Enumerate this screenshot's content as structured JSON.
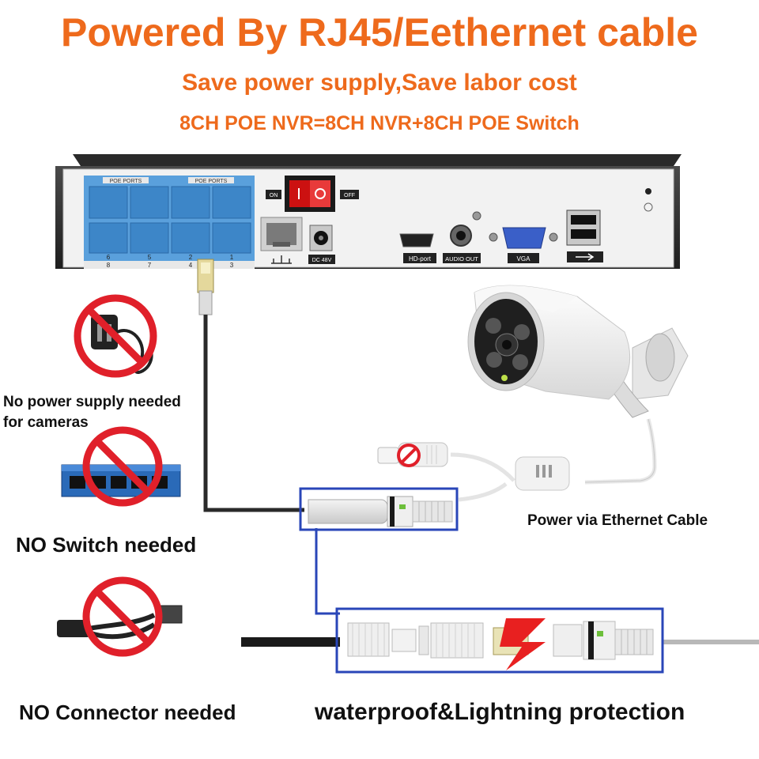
{
  "header": {
    "title": "Powered By RJ45/Eethernet cable",
    "subtitle": "Save power supply,Save labor cost",
    "subtitle2": "8CH POE NVR=8CH NVR+8CH POE Switch"
  },
  "nvr": {
    "poe_ports_label_left": "POE PORTS",
    "poe_ports_label_right": "POE PORTS",
    "port_numbers_top": [
      "6",
      "5",
      "2",
      "1"
    ],
    "port_numbers_bottom": [
      "8",
      "7",
      "4",
      "3"
    ],
    "on_label": "ON",
    "off_label": "OFF",
    "dc_label": "DC 48V",
    "hdmi_label": "HD-port",
    "audio_label": "AUDIO OUT",
    "vga_label": "VGA"
  },
  "left_items": {
    "no_power_line1": "No power supply needed",
    "no_power_line2": "for cameras",
    "no_switch": "NO Switch needed",
    "no_connector": "NO Connector needed"
  },
  "right_items": {
    "power_via": "Power via Ethernet Cable",
    "waterproof": "waterproof&Lightning protection"
  },
  "colors": {
    "accent": "#ee6a1c",
    "highlight_box": "#2946b8",
    "poe_blue": "#5aa0dc",
    "prohibit_red": "#e0202a"
  }
}
